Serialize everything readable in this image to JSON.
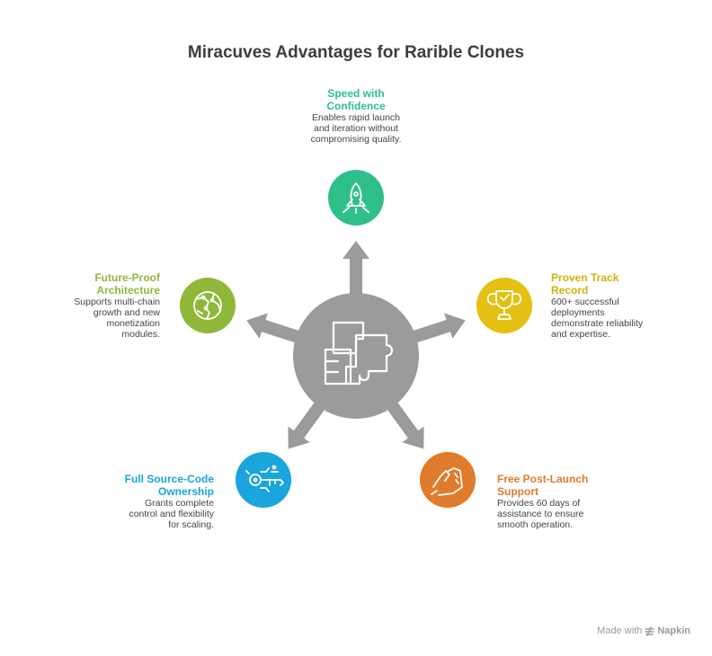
{
  "title": "Miracuves Advantages for Rarible Clones",
  "center_icon": "puzzle-pieces-icon",
  "colors": {
    "hub": "#9b9b9b",
    "speed": "#2fc08a",
    "proven": "#e3c012",
    "support": "#e07b2c",
    "source": "#1aa5dd",
    "future": "#8fb83a"
  },
  "nodes": {
    "speed": {
      "title": [
        "Speed with",
        "Confidence"
      ],
      "desc": [
        "Enables rapid launch",
        "and iteration without",
        "compromising quality."
      ],
      "icon": "rocket-icon"
    },
    "proven": {
      "title": [
        "Proven Track",
        "Record"
      ],
      "desc": [
        "600+ successful",
        "deployments",
        "demonstrate reliability",
        "and expertise."
      ],
      "icon": "trophy-icon"
    },
    "support": {
      "title": [
        "Free Post-Launch",
        "Support"
      ],
      "desc": [
        "Provides 60 days of",
        "assistance to ensure",
        "smooth operation."
      ],
      "icon": "helping-hand-icon"
    },
    "source": {
      "title": [
        "Full Source-Code",
        "Ownership"
      ],
      "desc": [
        "Grants complete",
        "control and flexibility",
        "for scaling."
      ],
      "icon": "digital-key-icon"
    },
    "future": {
      "title": [
        "Future-Proof",
        "Architecture"
      ],
      "desc": [
        "Supports multi-chain",
        "growth and new",
        "monetization",
        "modules."
      ],
      "icon": "globe-network-icon"
    }
  },
  "footer": {
    "made_with": "Made with",
    "brand": "Napkin"
  }
}
